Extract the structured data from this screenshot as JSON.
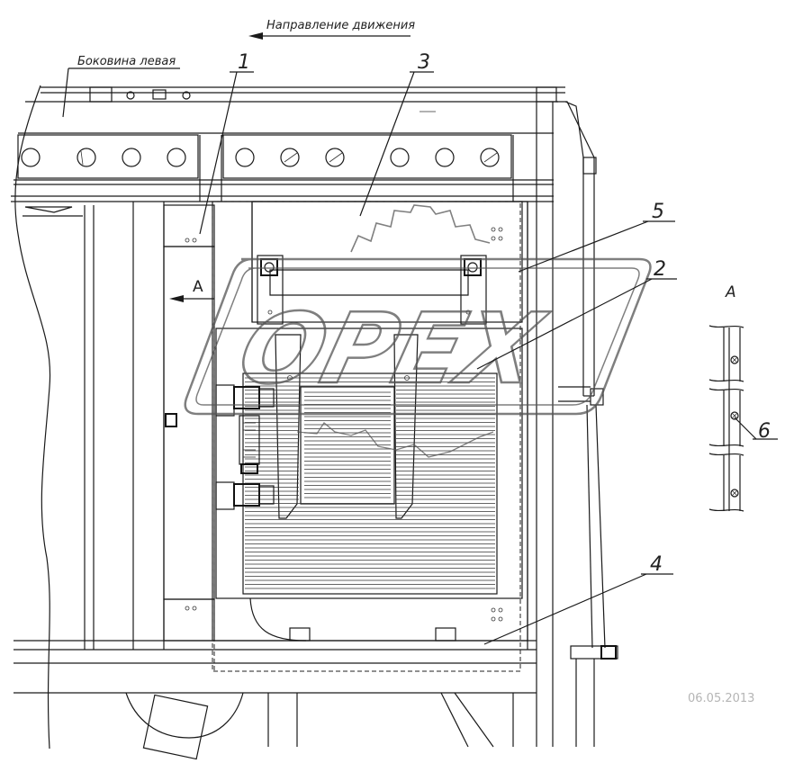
{
  "header": {
    "direction_label": "Направление движения",
    "side_label": "Боковина левая"
  },
  "callouts": {
    "c1": "1",
    "c2": "2",
    "c3": "3",
    "c4": "4",
    "c5": "5",
    "c6": "6"
  },
  "view": {
    "marker": "А",
    "detail_title": "А"
  },
  "watermark": {
    "brand": "OPEX"
  },
  "footer": {
    "date": "06.05.2013"
  },
  "colors": {
    "line": "#1a1a1a",
    "watermark": "#8c8c8c"
  }
}
